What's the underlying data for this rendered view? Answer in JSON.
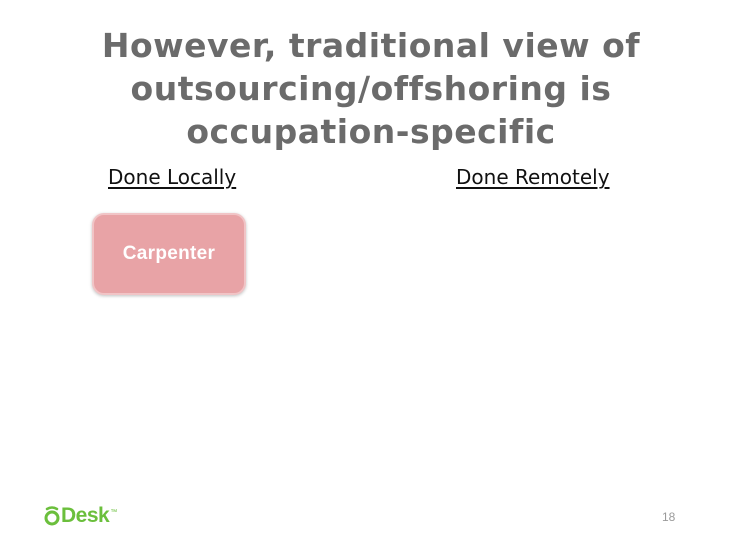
{
  "slide": {
    "title_lines": [
      "However, traditional view of",
      "outsourcing/offshoring is",
      "occupation-specific"
    ],
    "columns": {
      "local_heading": "Done Locally",
      "remote_heading": "Done Remotely"
    },
    "occupations_local": [
      {
        "label": "Carpenter",
        "color": "#e8a3a6"
      }
    ],
    "logo": {
      "text": "Desk",
      "trademark": "™",
      "color": "#6bbf3c",
      "icon": "odesk-logo-icon"
    },
    "page_number": "18"
  }
}
